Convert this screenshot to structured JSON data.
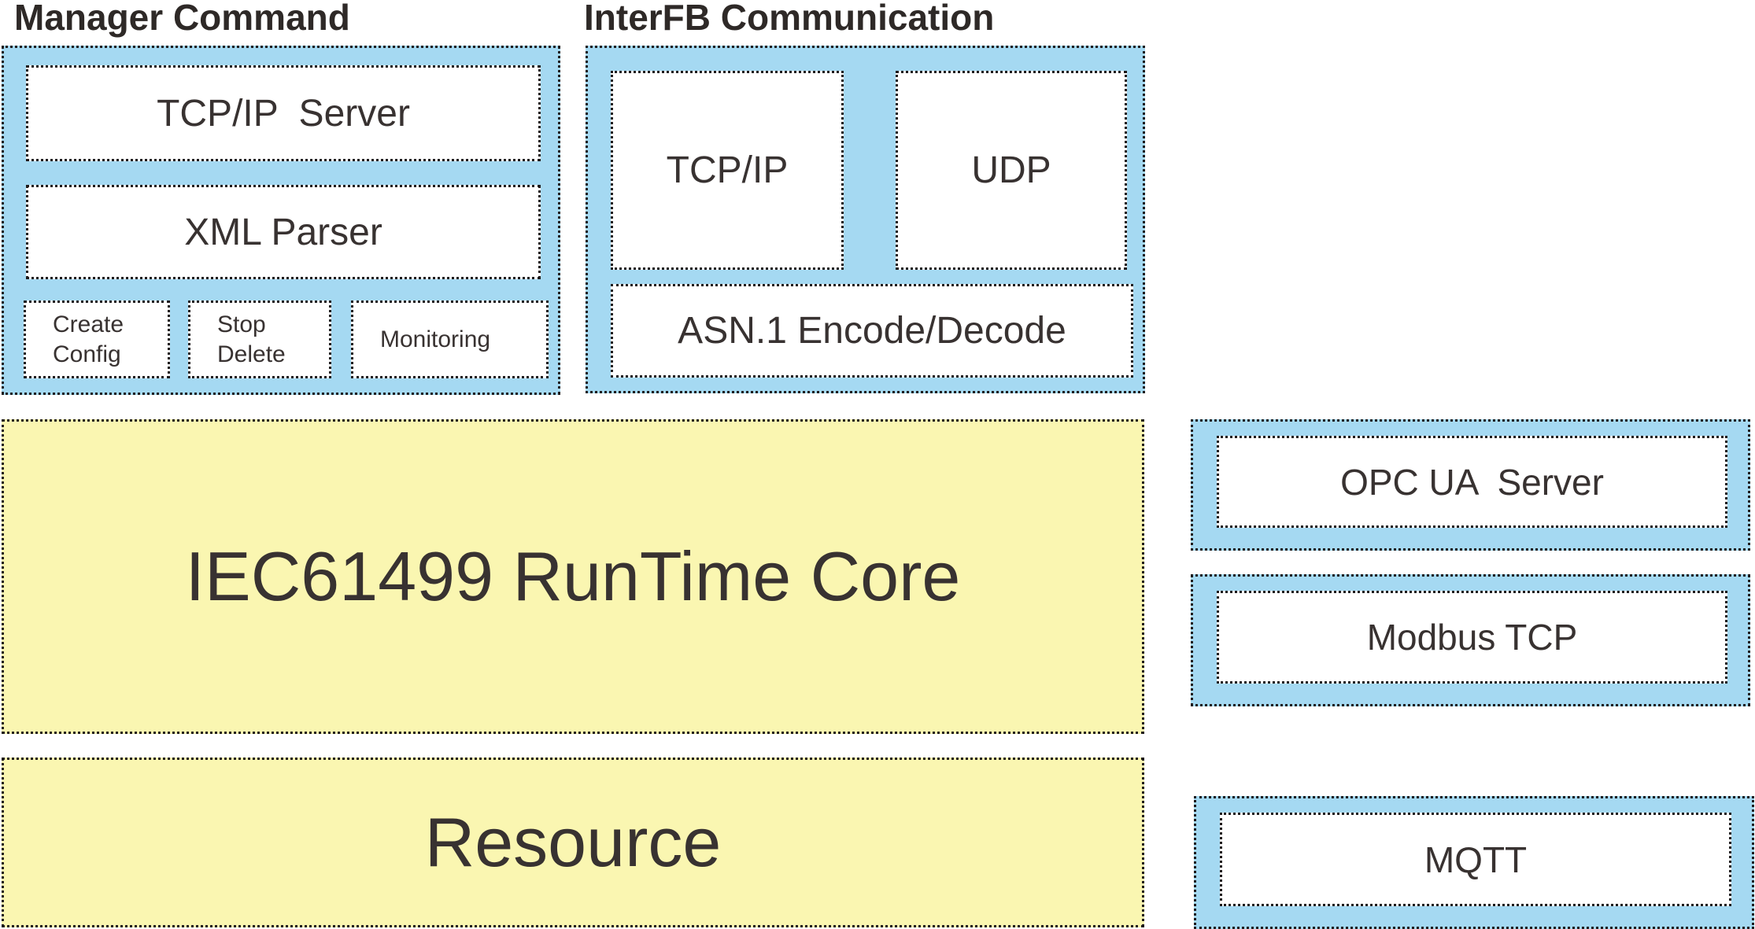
{
  "colors": {
    "group_blue": "#a5d9f2",
    "core_yellow": "#faf6b1",
    "box_white": "#ffffff",
    "border_black": "#1e1a1b",
    "text_dark": "#383231"
  },
  "manager_command": {
    "title": "Manager Command",
    "tcp_server_label": "TCP/IP  Server",
    "xml_parser_label": "XML Parser",
    "small_boxes": [
      {
        "line1": "Create",
        "line2": "Config"
      },
      {
        "line1": "Stop",
        "line2": "Delete"
      },
      {
        "line1": "Monitoring",
        "line2": ""
      }
    ]
  },
  "interfb": {
    "title": "InterFB Communication",
    "tcp_ip_label": "TCP/IP",
    "udp_label": "UDP",
    "asn1_label": "ASN.1 Encode/Decode"
  },
  "core": {
    "runtime_label": "IEC61499 RunTime Core",
    "resource_label": "Resource"
  },
  "protocols": [
    {
      "label": "OPC UA  Server"
    },
    {
      "label": "Modbus TCP"
    },
    {
      "label": "MQTT"
    }
  ]
}
